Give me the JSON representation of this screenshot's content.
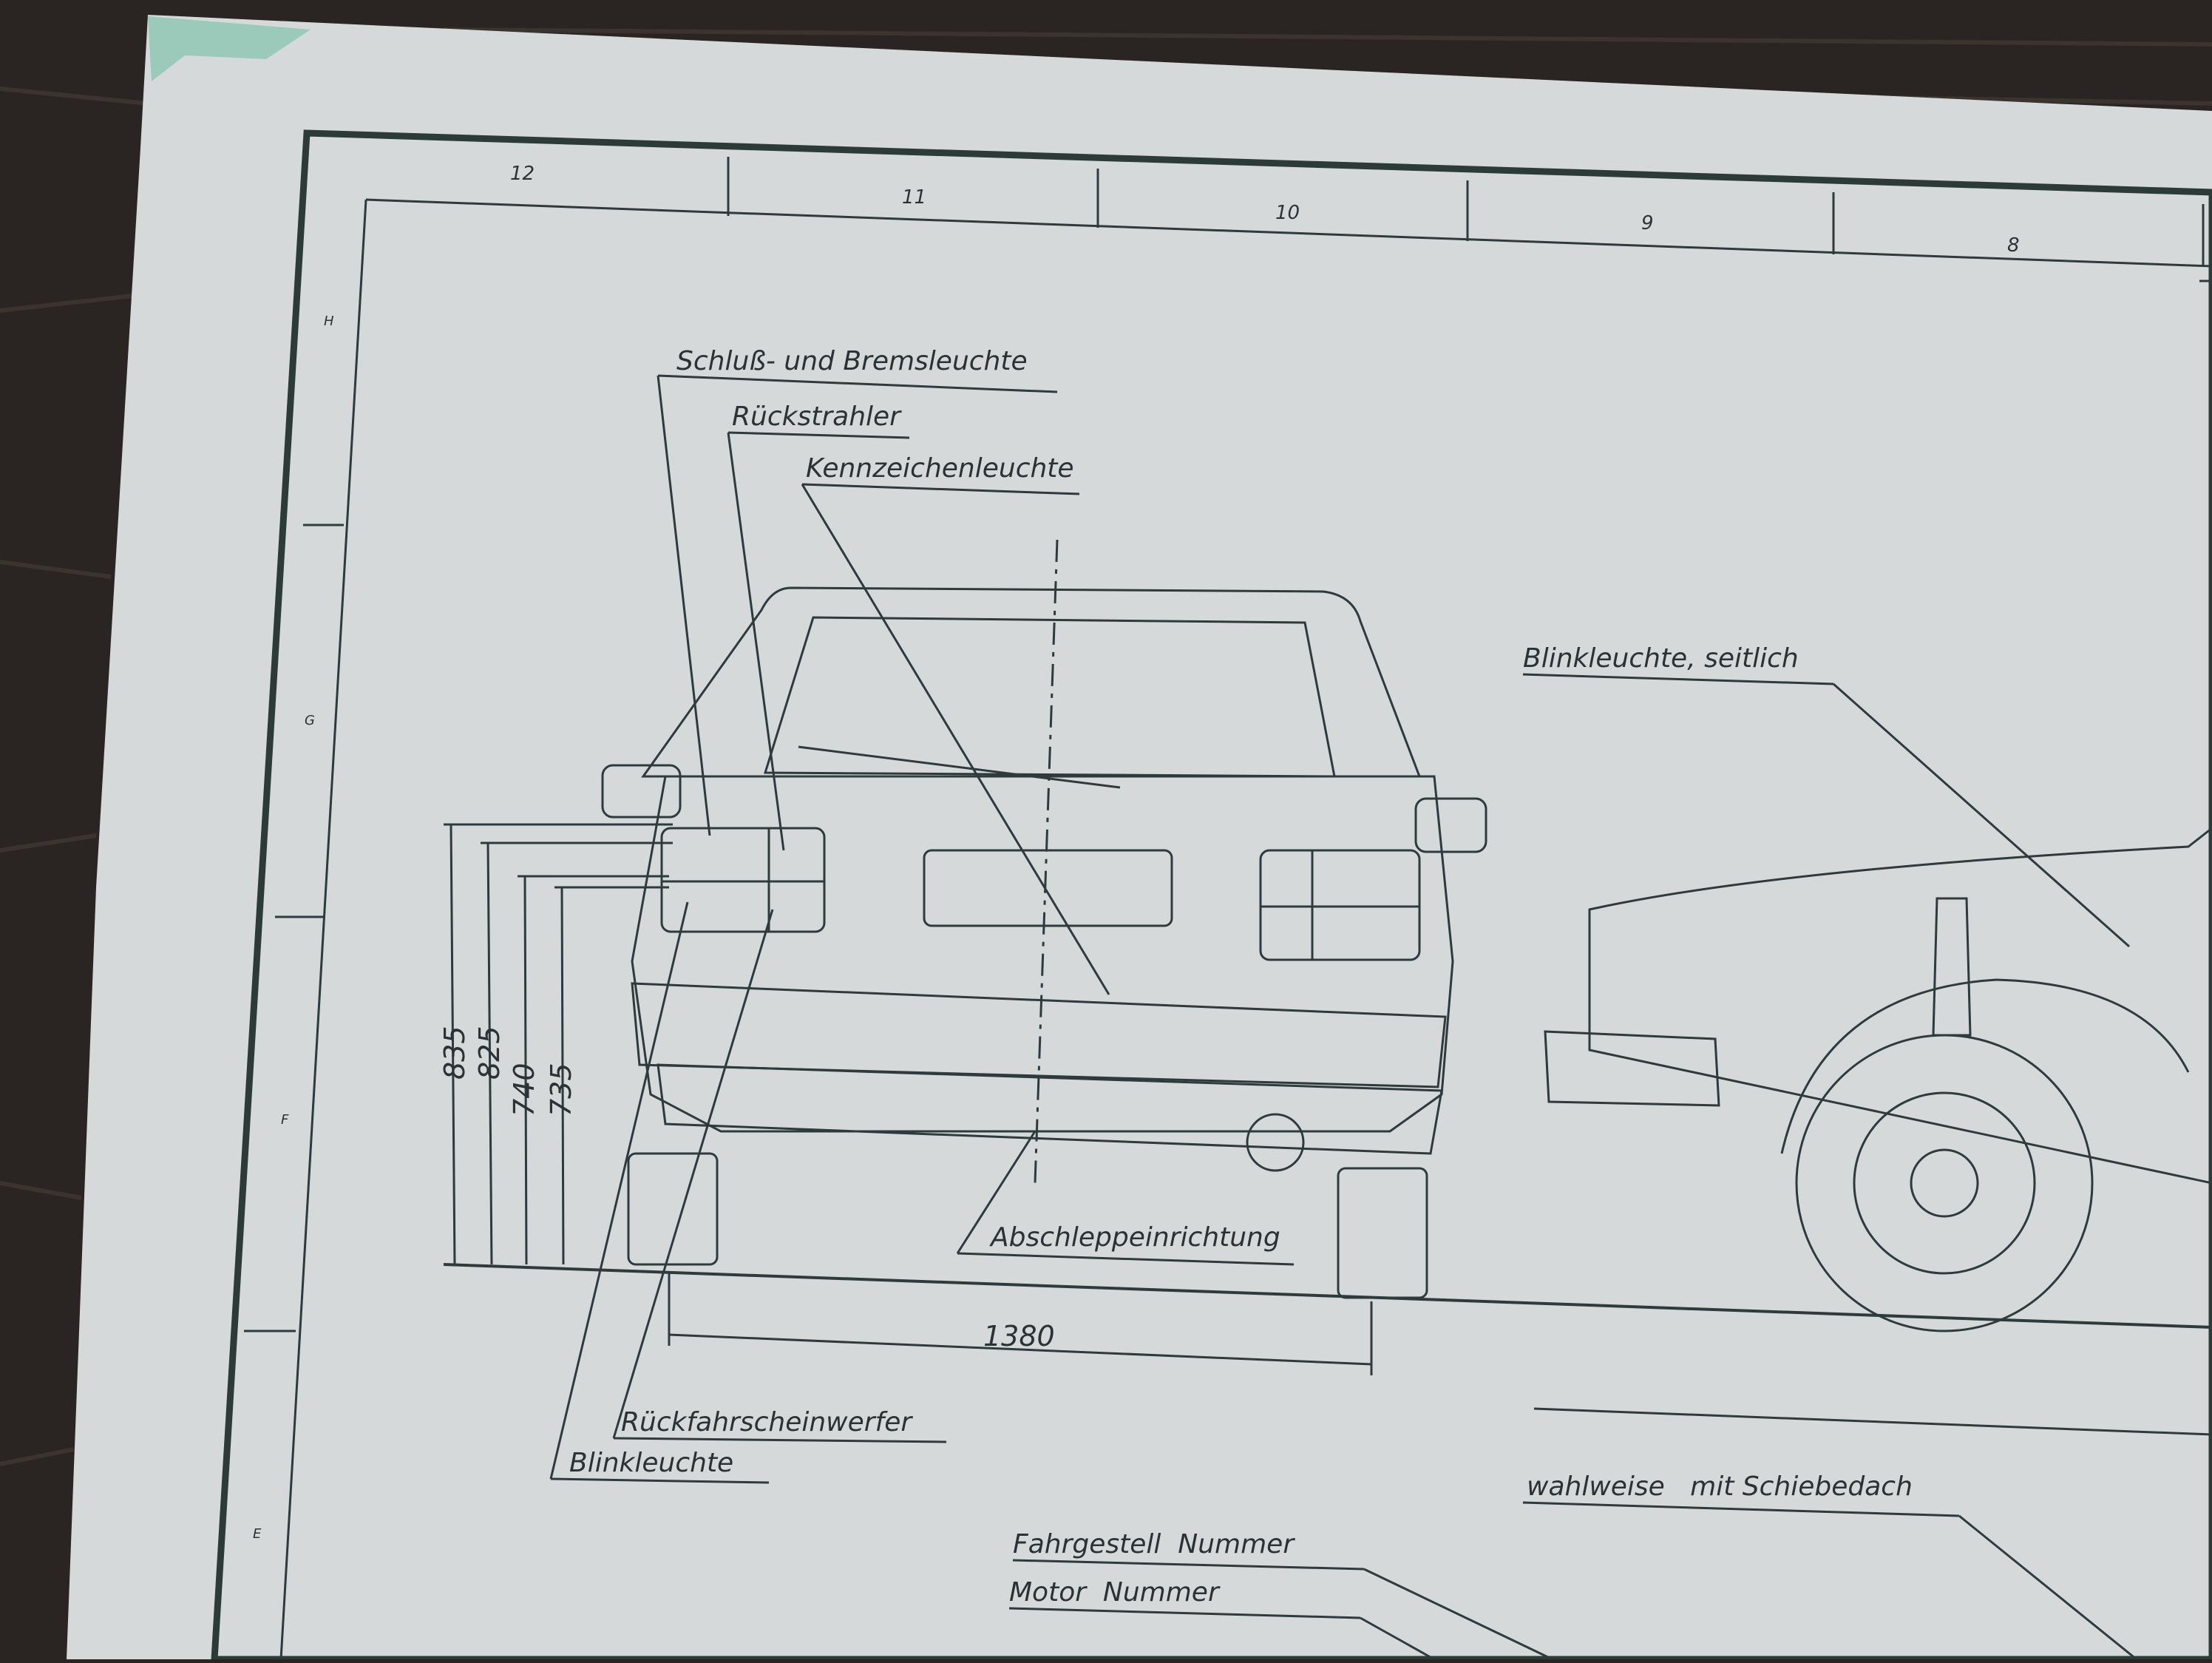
{
  "drawing": {
    "grid_columns": [
      "12",
      "11",
      "10",
      "9",
      "8"
    ],
    "grid_rows": [
      "H",
      "G",
      "F",
      "E"
    ],
    "callouts": {
      "tail_brake_light": "Schluß- und Bremsleuchte",
      "reflector": "Rückstrahler",
      "plate_light": "Kennzeichenleuchte",
      "side_indicator": "Blinkleuchte, seitlich",
      "tow_hitch": "Abschleppeinrichtung",
      "reverse_light": "Rückfahrscheinwerfer",
      "indicator": "Blinkleuchte",
      "sunroof_option": "wahlweise   mit Schiebedach",
      "chassis_number": "Fahrgestell  Nummer",
      "engine_number": "Motor  Nummer"
    },
    "dimensions": {
      "height_835": "835",
      "height_825": "825",
      "height_740": "740",
      "height_735": "735",
      "track_width": "1380"
    }
  },
  "colors": {
    "paper": "#d6d9d9",
    "ink": "#2f3a3e",
    "background": "#2a2522",
    "frame_stain": "#7fb7a4"
  }
}
